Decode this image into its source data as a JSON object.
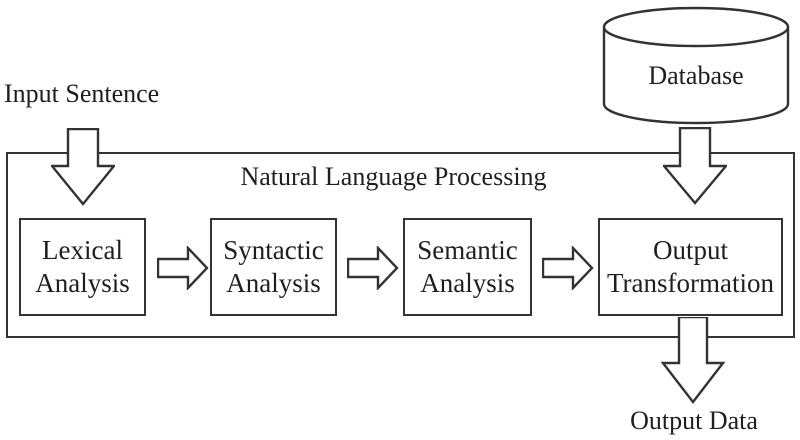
{
  "diagram": {
    "title": "Natural Language Processing",
    "input_label": "Input Sentence",
    "database_label": "Database",
    "output_label": "Output Data",
    "stages": [
      {
        "label": "Lexical\nAnalysis"
      },
      {
        "label": "Syntactic\nAnalysis"
      },
      {
        "label": "Semantic\nAnalysis"
      },
      {
        "label": "Output\nTransformation"
      }
    ],
    "icons": {
      "down_arrow": "hollow block arrow pointing down",
      "right_arrow": "hollow block arrow pointing right",
      "database": "cylinder / database shape"
    },
    "colors": {
      "stroke": "#333333",
      "fill": "#ffffff",
      "background": "#ffffff",
      "text": "#1f1f1f"
    }
  }
}
